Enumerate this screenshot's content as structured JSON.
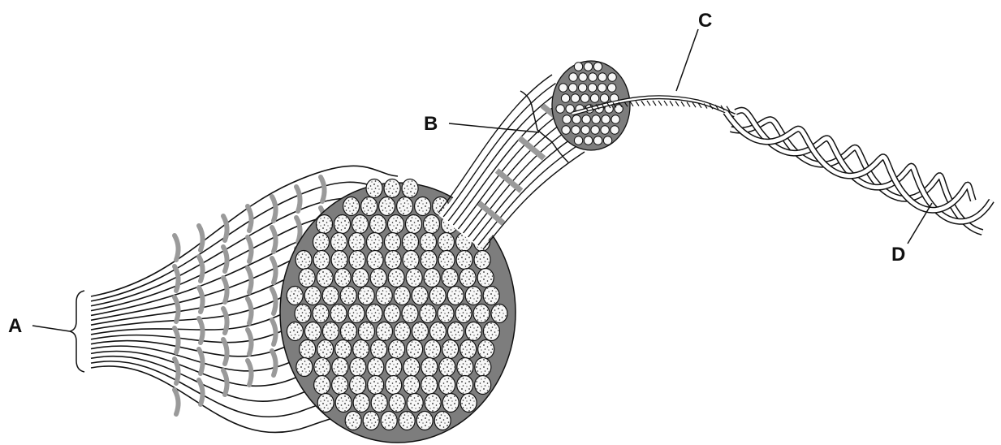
{
  "labels": {
    "a": "A",
    "b": "B",
    "c": "C",
    "d": "D"
  },
  "structures": {
    "a": "muscle-fibres-bundle",
    "b": "fibre-bundle",
    "c": "twisted-strand",
    "d": "protein-filaments"
  },
  "colors": {
    "ink": "#111111",
    "cross_section_fill": "#f7f7f7",
    "stripe_gray": "#9a9a9a",
    "section_shade": "#7d7d7d"
  }
}
